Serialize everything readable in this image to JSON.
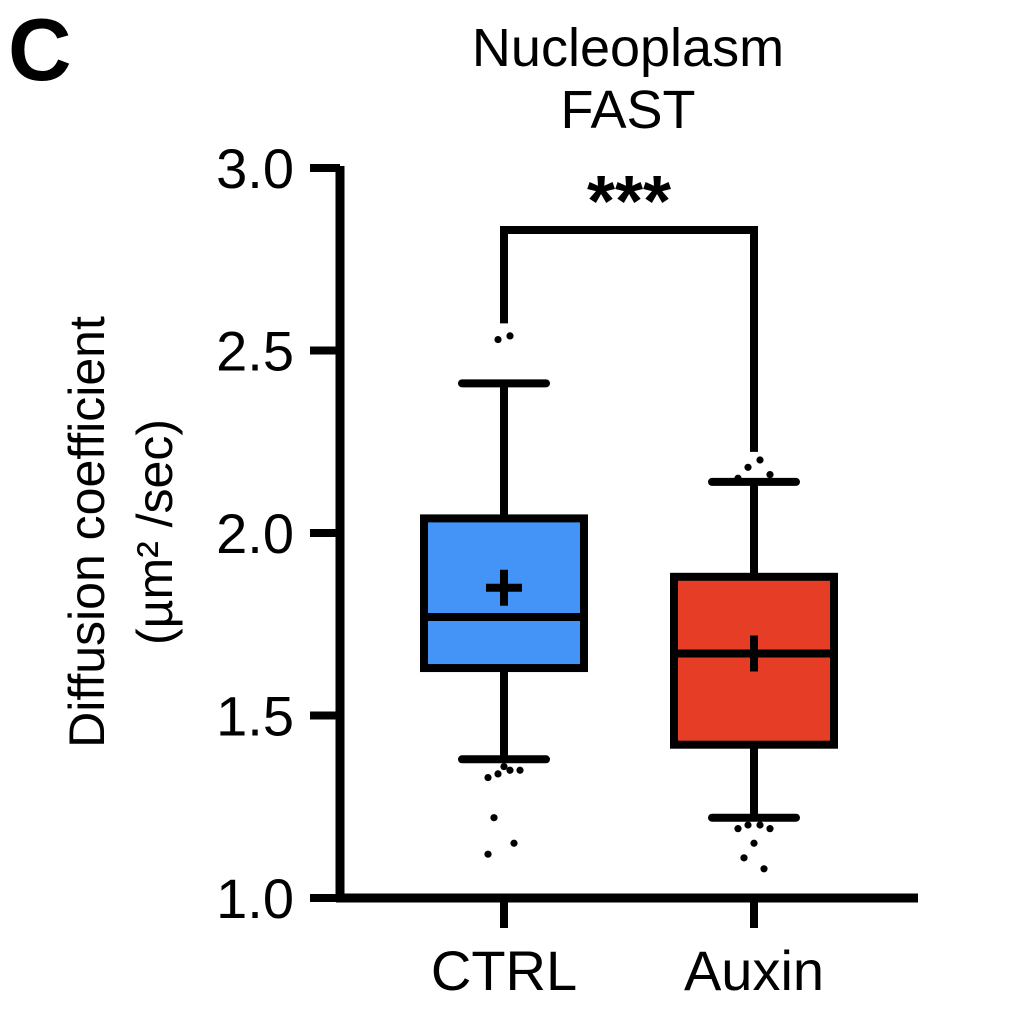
{
  "panel_label": "C",
  "chart_data": {
    "type": "box",
    "title": "Nucleoplasm",
    "subtitle": "FAST",
    "ylabel_line1": "Diffusion coefficient",
    "ylabel_line2": "(µm² /sec)",
    "ylim": [
      1.0,
      3.0
    ],
    "yticks": [
      "1.0",
      "1.5",
      "2.0",
      "2.5",
      "3.0"
    ],
    "categories": [
      "CTRL",
      "Auxin"
    ],
    "boxes": [
      {
        "name": "CTRL",
        "color": "#4494F7",
        "whisker_low": 1.38,
        "q1": 1.63,
        "median": 1.77,
        "q3": 2.04,
        "whisker_high": 2.41,
        "mean": 1.85,
        "outliers": [
          1.33,
          1.34,
          1.35,
          1.35,
          1.36,
          1.22,
          1.15,
          1.12,
          2.53,
          2.54
        ]
      },
      {
        "name": "Auxin",
        "color": "#E63E26",
        "whisker_low": 1.22,
        "q1": 1.42,
        "median": 1.67,
        "q3": 1.88,
        "whisker_high": 2.14,
        "mean": 1.67,
        "outliers": [
          1.19,
          1.2,
          1.2,
          1.19,
          1.15,
          1.11,
          1.08,
          2.15,
          2.18,
          2.2,
          2.16
        ]
      }
    ],
    "significance": {
      "label": "***",
      "from": "CTRL",
      "to": "Auxin",
      "y": 2.83
    },
    "grid": false,
    "legend": "none"
  }
}
